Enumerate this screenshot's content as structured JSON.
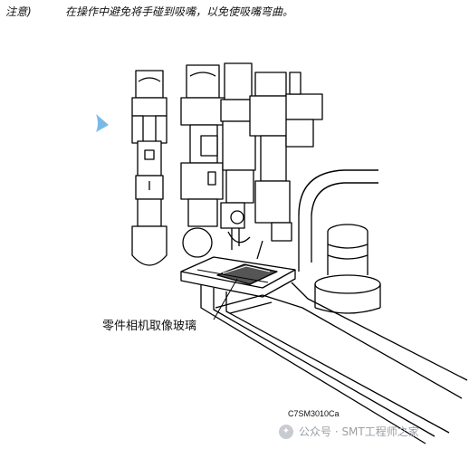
{
  "note": {
    "label": "注意)",
    "text": "在操作中避免将手碰到吸嘴，以免使吸嘴弯曲。"
  },
  "figure": {
    "callout_label": "零件相机取像玻璃",
    "figure_code": "C7SM3010Ca"
  },
  "watermark": {
    "text": "公众号 · SMT工程师之家",
    "icon": "wechat-official-account-icon"
  },
  "colors": {
    "pointer_accent": "#4aa3df",
    "line": "#000000",
    "glass_fill": "#555555"
  }
}
